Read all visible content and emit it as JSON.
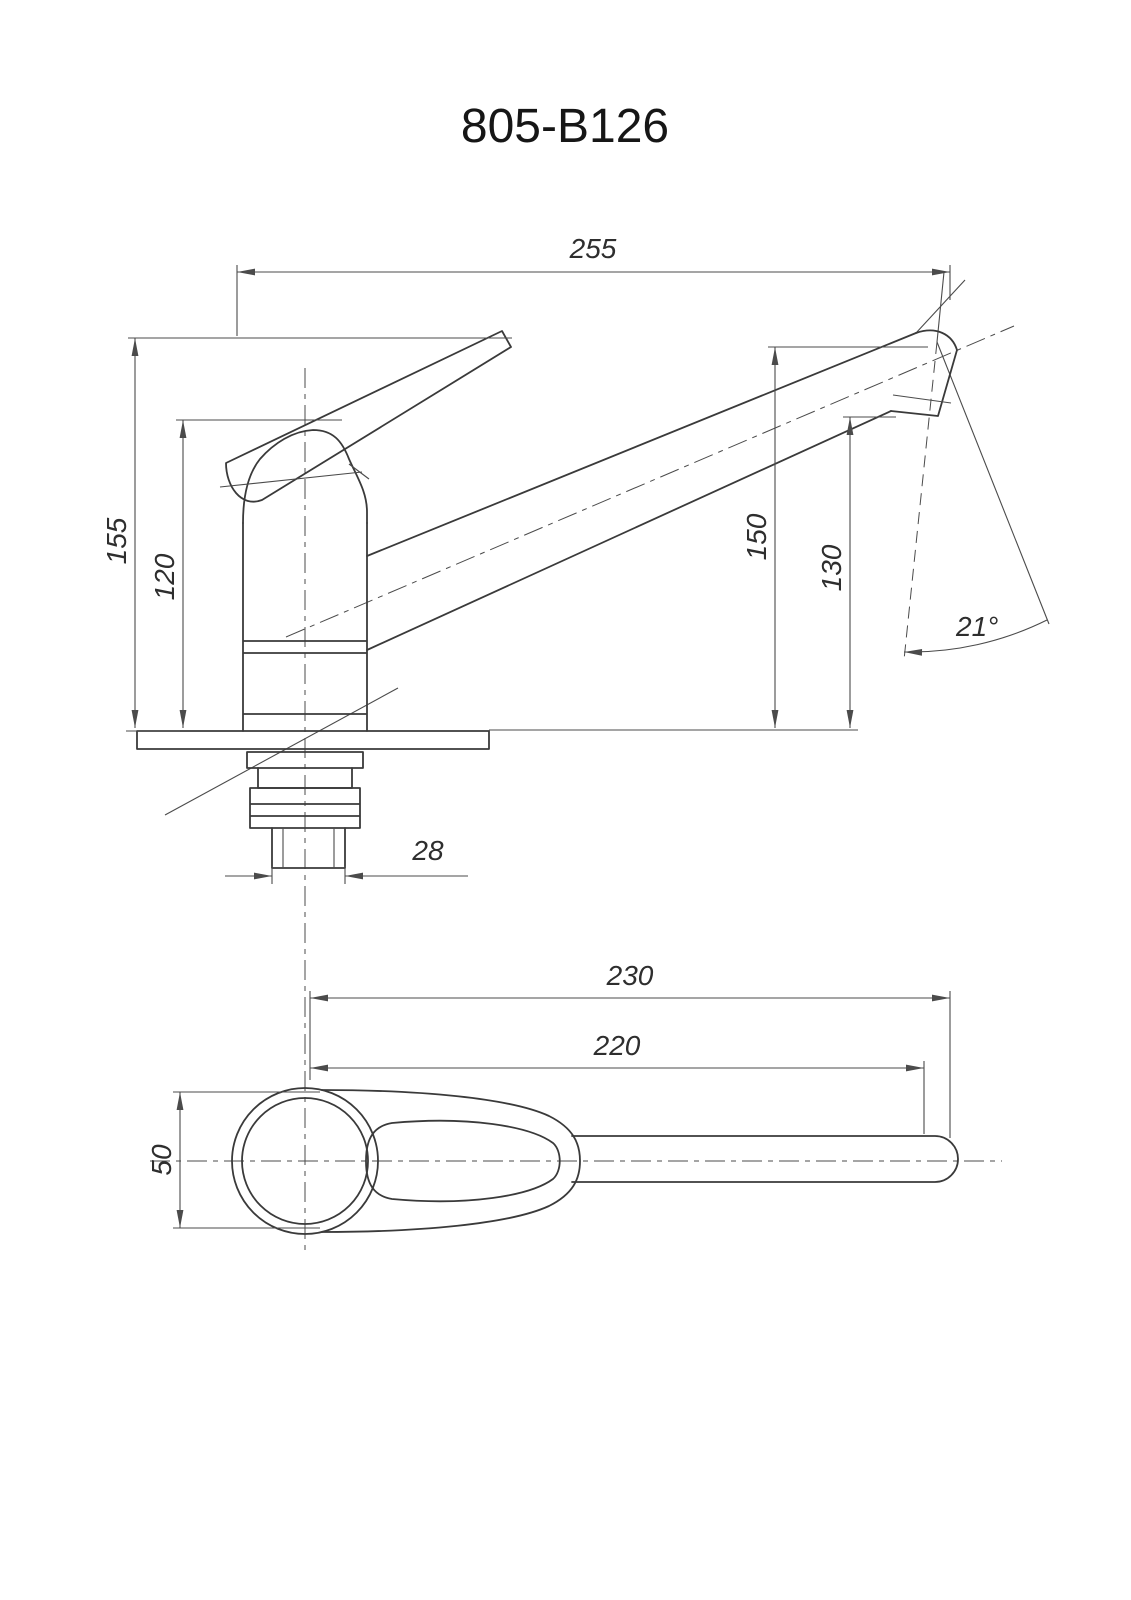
{
  "title": "805-B126",
  "drawing": {
    "side_view": {
      "dim_overall_length": "255",
      "dim_total_height": "155",
      "dim_body_height": "120",
      "dim_spout_height": "150",
      "dim_outlet_height": "130",
      "dim_spout_angle": "21°",
      "dim_shank_width": "28"
    },
    "top_view": {
      "dim_overall_reach": "230",
      "dim_spout_reach": "220",
      "dim_handle_width": "50"
    }
  }
}
